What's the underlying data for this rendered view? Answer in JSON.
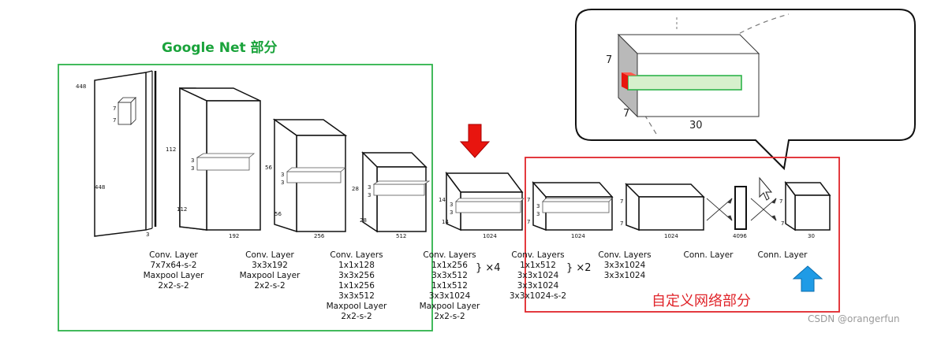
{
  "regions": {
    "googlenet_label": "Google Net 部分",
    "custom_label": "自定义网络部分"
  },
  "watermark": "CSDN @orangerfun",
  "input": {
    "height": "448",
    "width": "448",
    "channels": "3",
    "kernel_h": "7",
    "kernel_w": "7"
  },
  "blocks": [
    {
      "dim_bottom": "192",
      "dim_side_top": "112",
      "dim_side_bottom": "112",
      "kernel_a": "3",
      "kernel_b": "3",
      "lines": [
        "Conv. Layer",
        "7x7x64-s-2",
        "Maxpool Layer",
        "2x2-s-2"
      ]
    },
    {
      "dim_bottom": "256",
      "dim_side_top": "56",
      "dim_side_bottom": "56",
      "kernel_a": "3",
      "kernel_b": "3",
      "lines": [
        "Conv. Layer",
        "3x3x192",
        "Maxpool Layer",
        "2x2-s-2"
      ]
    },
    {
      "dim_bottom": "512",
      "dim_side_top": "28",
      "dim_side_bottom": "28",
      "kernel_a": "3",
      "kernel_b": "3",
      "lines": [
        "Conv. Layers",
        "1x1x128",
        "3x3x256",
        "1x1x256",
        "3x3x512",
        "Maxpool Layer",
        "2x2-s-2"
      ]
    },
    {
      "dim_bottom": "1024",
      "dim_side_top": "14",
      "dim_side_bottom": "14",
      "kernel_a": "3",
      "kernel_b": "3",
      "lines": [
        "Conv. Layers",
        "1x1x256",
        "3x3x512",
        "1x1x512",
        "3x3x1024",
        "Maxpool Layer",
        "2x2-s-2"
      ],
      "repeat": "×4"
    },
    {
      "dim_bottom": "1024",
      "dim_side_top": "7",
      "dim_side_bottom": "7",
      "kernel_a": "3",
      "kernel_b": "3",
      "lines": [
        "Conv. Layers",
        "1x1x512",
        "3x3x1024",
        "3x3x1024",
        "3x3x1024-s-2"
      ],
      "repeat": "×2"
    },
    {
      "dim_bottom": "1024",
      "dim_side_top": "7",
      "dim_side_bottom": "7",
      "lines": [
        "Conv. Layers",
        "3x3x1024",
        "3x3x1024"
      ]
    },
    {
      "dim_bottom": "4096",
      "lines": [
        "Conn. Layer"
      ]
    },
    {
      "dim_bottom": "30",
      "dim_side_top": "7",
      "dim_side_bottom": "7",
      "lines": [
        "Conn. Layer"
      ]
    }
  ],
  "callout": {
    "dim_side": "7",
    "dim_depth": "7",
    "dim_width": "30"
  },
  "colors": {
    "green_box": "#2db34a",
    "red_box": "#e0242a",
    "red_arrow": "#e8150f",
    "blue_arrow": "#1f9be6",
    "callout_fill": "#d6f0cc"
  }
}
